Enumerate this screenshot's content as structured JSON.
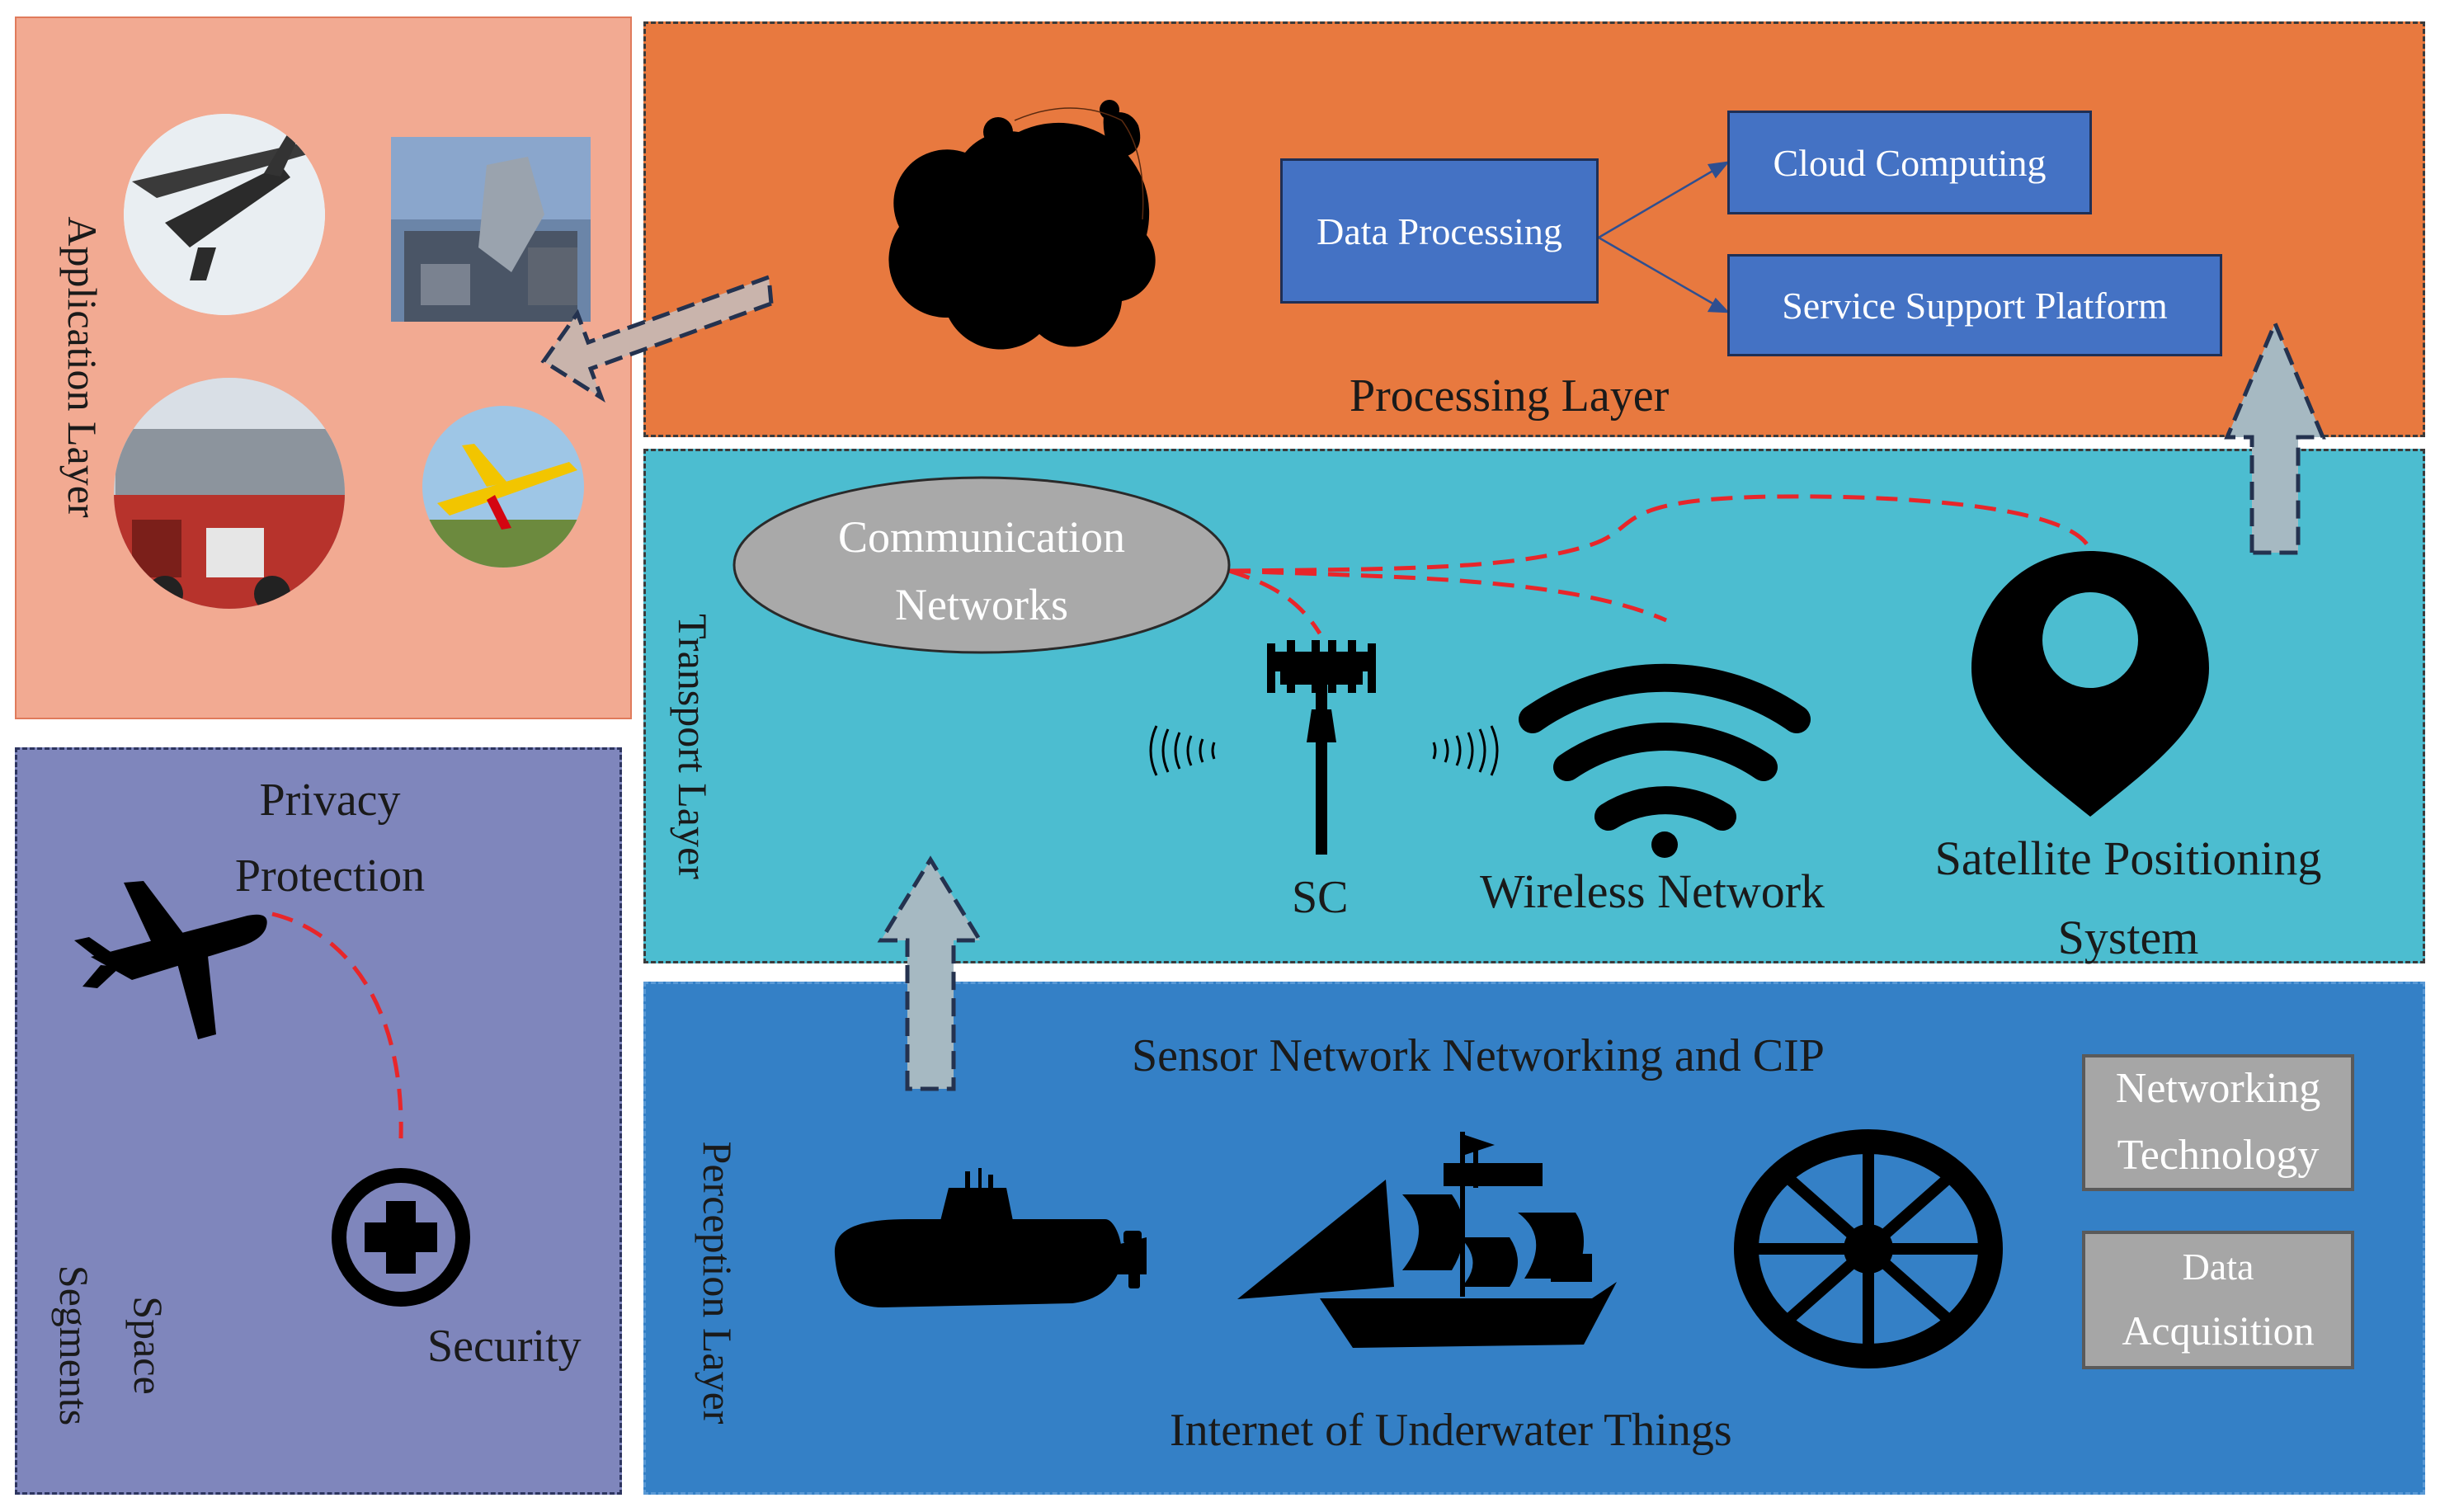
{
  "application_layer": {
    "label": "Application  Layer"
  },
  "processing_layer": {
    "label": "Processing Layer",
    "data_processing": "Data Processing",
    "cloud_computing": "Cloud Computing",
    "service_support_platform": "Service Support Platform"
  },
  "transport_layer": {
    "label": "Transport Layer",
    "communication_networks": [
      "Communication",
      "Networks"
    ],
    "sc": "SC",
    "wireless_network": "Wireless Network",
    "satellite_positioning": [
      "Satellite Positioning",
      "System"
    ]
  },
  "perception_layer": {
    "label": "Perception Layer",
    "sensor_network": "Sensor Network Networking and CIP",
    "iout": "Internet of  Underwater Things",
    "networking_technology": [
      "Networking",
      "Technology"
    ],
    "data_acquisition": [
      "Data",
      "Acquisition"
    ]
  },
  "space_segments": {
    "privacy_protection": [
      "Privacy",
      "Protection"
    ],
    "security": "Security",
    "label": [
      "Space",
      "Segments"
    ]
  },
  "colors": {
    "application_bg": "#f2aa92",
    "processing_bg": "#e8793f",
    "transport_bg": "#4cbdd0",
    "perception_bg": "#3480c6",
    "space_bg": "#7f86bc",
    "blue_box": "#4472c4",
    "grey_box": "#a6a6a6",
    "link_red": "#e8262a"
  }
}
